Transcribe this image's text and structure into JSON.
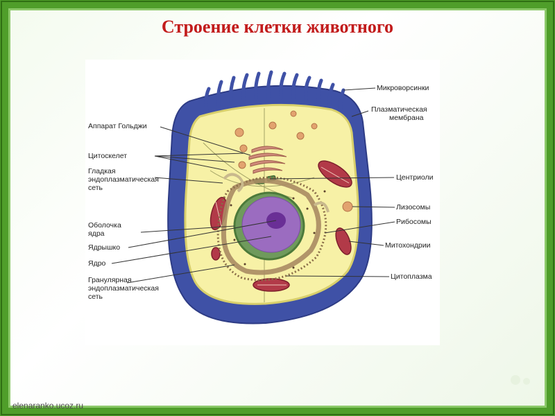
{
  "title": "Строение клетки животного",
  "footer": "elenaranko.ucoz.ru",
  "labels_left": {
    "golgi": "Аппарат Гольджи",
    "cytoskeleton": "Цитоскелет",
    "smooth_er": [
      "Гладкая",
      "эндоплазматическая",
      "сеть"
    ],
    "nuclear_envelope": [
      "Оболочка",
      "ядра"
    ],
    "nucleolus": "Ядрышко",
    "nucleus": "Ядро",
    "granular_er": [
      "Гранулярная",
      "эндоплазматическая",
      "сеть"
    ]
  },
  "labels_right": {
    "microvilli": "Микроворсинки",
    "plasma_membrane": [
      "Плазматическая",
      "мембрана"
    ],
    "centrioles": "Центриоли",
    "lysosomes": "Лизосомы",
    "ribosomes": "Рибосомы",
    "mitochondria": "Митохондрии",
    "cytoplasm": "Цитоплазма"
  },
  "colors": {
    "frame": "#4f9e2a",
    "title": "#c21b1b",
    "membrane": "#4a5aa8",
    "cytoplasm": "#f6f0a6",
    "nucleus": "#9b6cc0",
    "mitochondria": "#b23a48"
  }
}
